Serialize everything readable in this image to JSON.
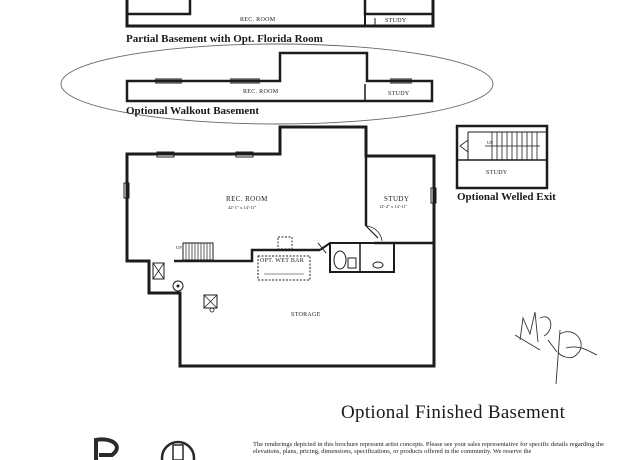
{
  "partial_basement": {
    "caption": "Partial Basement with Opt. Florida Room",
    "rec_room": "REC. ROOM",
    "study": "STUDY"
  },
  "walkout_basement": {
    "caption": "Optional Walkout Basement",
    "rec_room": "REC. ROOM",
    "study": "STUDY"
  },
  "welled_exit": {
    "caption": "Optional Welled Exit",
    "study": "STUDY",
    "up": "UP"
  },
  "main_plan": {
    "rec_room": "REC. ROOM",
    "rec_room_dims": "42'-1\" x 14'-11\"",
    "study": "STUDY",
    "study_dims": "12'-2\" x 14'-11\"",
    "wet_bar": "OPT. WET BAR",
    "storage": "STORAGE",
    "stair_up": "UP"
  },
  "title": "Optional Finished Basement",
  "disclaimer": "The renderings depicted in this brochure represent artist concepts. Please see your sales representative for specific details regarding the elevations, plans, pricing, dimensions, specifications, or products offered in the community. We reserve the",
  "colors": {
    "wall": "#1c1c1c",
    "ink": "#1a1a1a",
    "paper": "#ffffff"
  }
}
